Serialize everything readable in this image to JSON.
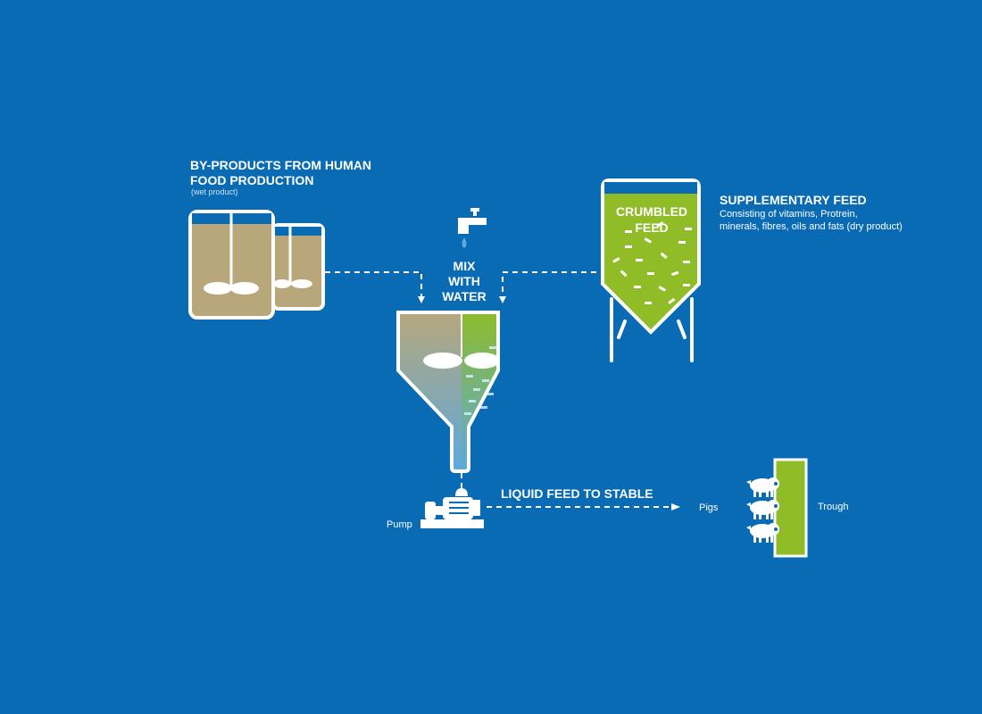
{
  "byproducts": {
    "title_line1": "BY-PRODUCTS FROM HUMAN",
    "title_line2": "FOOD PRODUCTION",
    "note": "(wet product)"
  },
  "mix": {
    "line1": "MIX",
    "line2": "WITH",
    "line3": "WATER"
  },
  "silo": {
    "label_line1": "CRUMBLED",
    "label_line2": "FEED"
  },
  "supplementary": {
    "title": "SUPPLEMENTARY FEED",
    "line1": "Consisting of vitamins, Protrein,",
    "line2": "minerals, fibres, oils and fats (dry product)"
  },
  "flow": {
    "liquid_feed": "LIQUID FEED TO STABLE",
    "pump": "Pump",
    "pigs": "Pigs",
    "trough": "Trough"
  },
  "colors": {
    "background": "#0a6bb5",
    "wet": "#b8a77a",
    "dry": "#8fbc27",
    "water": "#5aa9e0"
  }
}
